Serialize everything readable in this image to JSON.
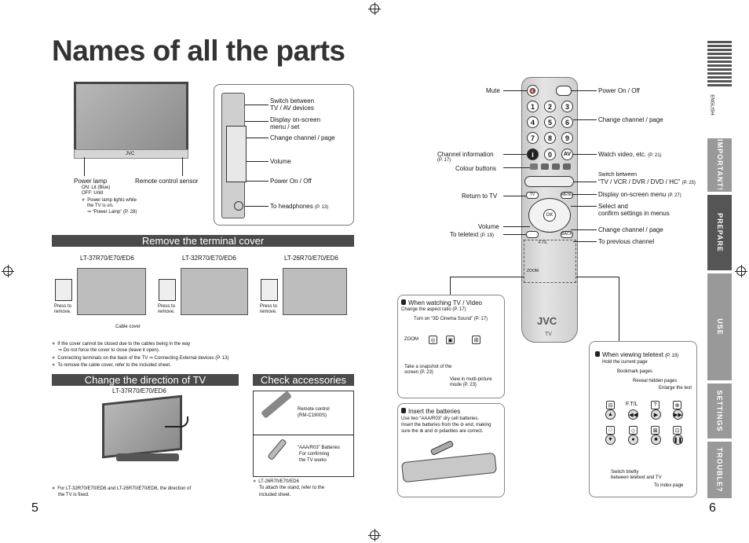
{
  "page_title": "Names of all the parts",
  "page_left": "5",
  "page_right": "6",
  "side_tabs": {
    "english": "ENGLISH",
    "items": [
      "IMPORTANT!",
      "PREPARE",
      "USE",
      "SETTINGS",
      "TROUBLE?"
    ],
    "active": "PREPARE"
  },
  "tv_front": {
    "brand": "JVC",
    "power_lamp": "Power lamp",
    "remote_sensor": "Remote control sensor",
    "lamp_on": "ON: Lit (Blue)",
    "lamp_off": "OFF: Unlit",
    "lamp_note1": "Power lamp lights while",
    "lamp_note2": "the TV is on.",
    "lamp_note3": "⇒ “Power Lamp” (P. 28)"
  },
  "side_panel": {
    "switch_tv_av_1": "Switch between",
    "switch_tv_av_2": "TV / AV devices",
    "display_menu_1": "Display on-screen",
    "display_menu_2": "menu / set",
    "change_channel": "Change channel / page",
    "volume": "Volume",
    "power": "Power On / Off",
    "headphones": "To headphones",
    "headphones_ref": "(P. 13)"
  },
  "terminal_cover": {
    "heading": "Remove the terminal cover",
    "models": [
      "LT-37R70/E70/ED6",
      "LT-32R70/E70/ED6",
      "LT-26R70/E70/ED6"
    ],
    "press_to_remove": "Press to remove.",
    "cable_cover": "Cable cover",
    "note1": "If the cover cannot be closed due to the cables being in the way",
    "note1b": "⇒ Do not force the cover to close (leave it open).",
    "note2": "Connecting terminals on the back of the TV ⇒ Connecting External devices",
    "note2_ref": "(P. 13)",
    "note3": "To remove the cable cover, refer to the included sheet."
  },
  "direction": {
    "heading": "Change the direction of TV",
    "model": "LT-37R70/E70/ED6",
    "note1": "For LT-32R70/E70/ED6 and LT-26R70/E70/ED6, the direction of",
    "note2": "the TV is fixed."
  },
  "accessories": {
    "heading": "Check accessories",
    "remote_1": "Remote control",
    "remote_2": "(RM-C1900S)",
    "batteries_1": "“AAA/R03” Batteries",
    "batteries_2": "For confirming",
    "batteries_3": "the TV works",
    "stand_model": "LT-26R70/E70/ED6",
    "stand_1": "To attach the stand, refer to the",
    "stand_2": "included sheet."
  },
  "remote": {
    "brand": "JVC",
    "tv": "TV",
    "mute": "Mute",
    "power": "Power On / Off",
    "change_channel": "Change channel / page",
    "channel_info": "Channel information",
    "channel_info_ref": "(P. 17)",
    "colour_buttons": "Colour buttons",
    "watch_video": "Watch video, etc.",
    "watch_video_ref": "(P. 21)",
    "switch_between": "Switch between",
    "switch_devices": "“TV / VCR / DVR / DVD / HC”",
    "switch_ref": "(P. 25)",
    "return_tv": "Return to TV",
    "display_menu": "Display on-screen menu",
    "display_menu_ref": "(P. 27)",
    "select_1": "Select and",
    "select_2": "confirm settings in menus",
    "volume": "Volume",
    "teletext": "To teletext",
    "teletext_ref": "(P. 19)",
    "change_channel_2": "Change channel / page",
    "prev_channel": "To previous channel",
    "digits": [
      "1",
      "2",
      "3",
      "4",
      "5",
      "6",
      "7",
      "8",
      "9",
      "i",
      "0",
      "AV"
    ],
    "keys": {
      "tv": "TV",
      "menu": "MENU",
      "ok": "OK",
      "back": "BACK",
      "ftl": "F.T/L",
      "zoom": "ZOOM"
    }
  },
  "watching_box": {
    "heading": "When watching TV / Video",
    "aspect": "Change the aspect ratio (P. 17)",
    "cinema": "Turn on “3D Cinema Sound” (P. 17)",
    "zoom": "ZOOM",
    "snapshot_1": "Take a snapshot of the",
    "snapshot_2": "screen (P. 23)",
    "multi_1": "View in multi-picture",
    "multi_2": "mode (P. 23)"
  },
  "batteries_box": {
    "heading": "Insert the batteries",
    "line1": "Use two “AAA/R03” dry cell batteries.",
    "line2": "Insert the batteries from the ⊖ end, making",
    "line3": "sure the ⊕ and ⊖ polarities are correct."
  },
  "teletext_box": {
    "heading": "When viewing teletext",
    "heading_ref": "(P. 19)",
    "hold": "Hold the current page",
    "bookmark": "Bookmark pages",
    "reveal": "Reveal hidden pages",
    "enlarge": "Enlarge the text",
    "ftl": "F.T/L",
    "switch_1": "Switch briefly",
    "switch_2": "between teletext and TV",
    "index": "To index page"
  }
}
